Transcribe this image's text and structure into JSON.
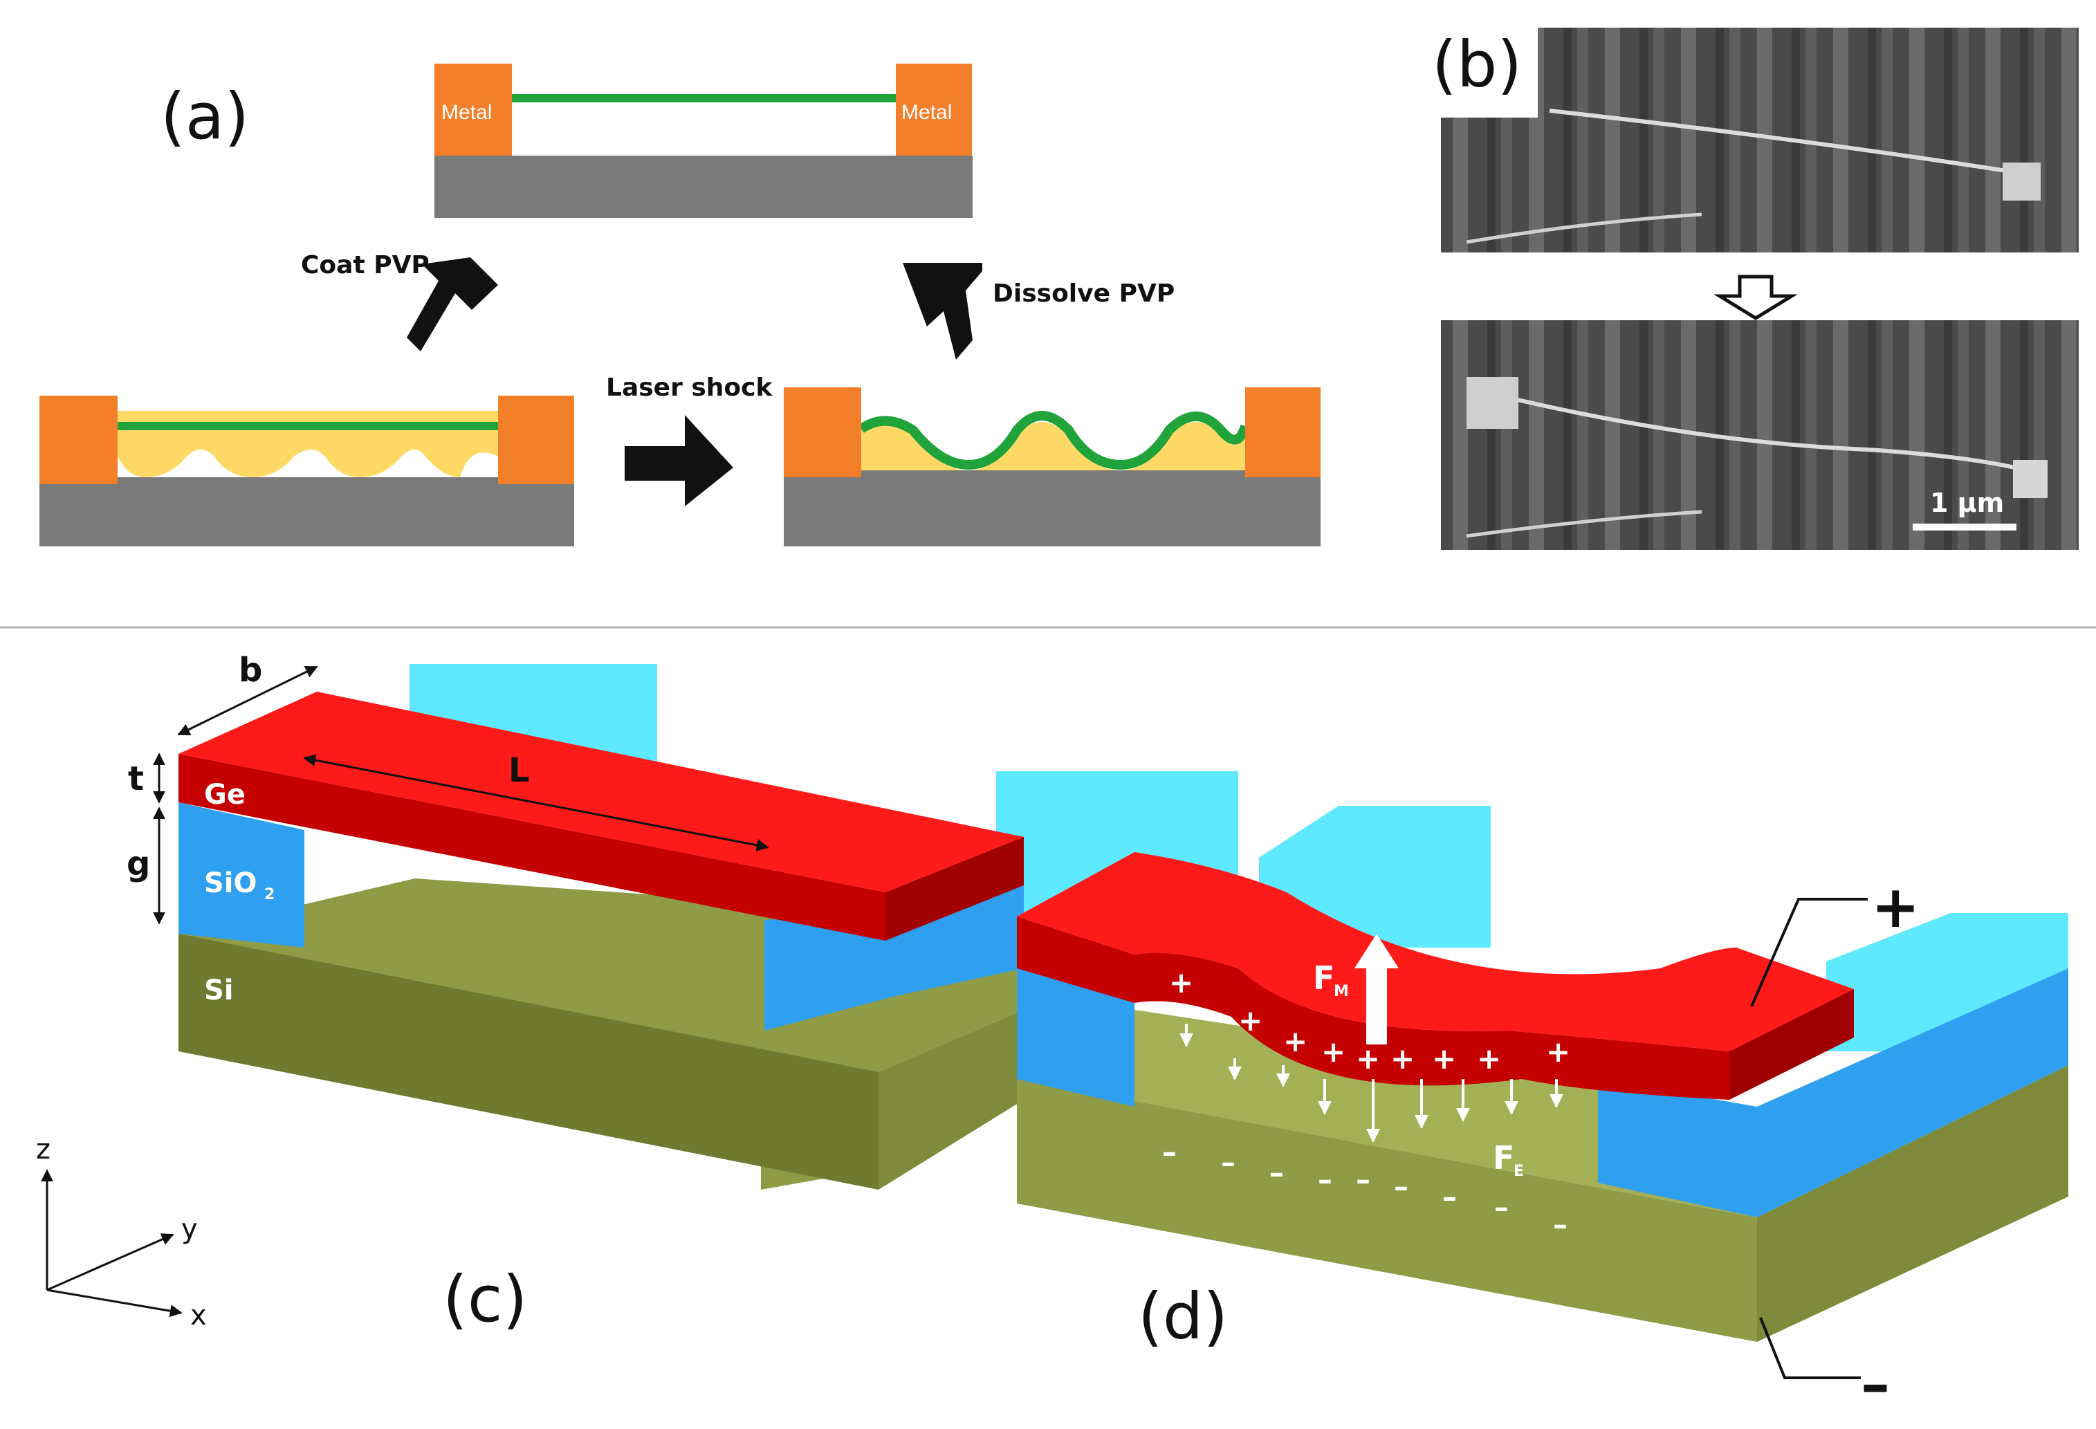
{
  "panels": {
    "a": "(a)",
    "b": "(b)",
    "c": "(c)",
    "d": "(d)"
  },
  "process": {
    "metal_left": "Metal",
    "metal_right": "Metal",
    "step_coat": "Coat PVP",
    "step_laser": "Laser shock",
    "step_dissolve": "Dissolve PVP"
  },
  "sem": {
    "scale_bar": "1 μm"
  },
  "device": {
    "dim_b": "b",
    "dim_t": "t",
    "dim_g": "g",
    "dim_L": "L",
    "layer_ge": "Ge",
    "layer_sio2": "SiO",
    "layer_sio2_sub": "2",
    "layer_si": "Si"
  },
  "axes": {
    "z": "z",
    "y": "y",
    "x": "x"
  },
  "forces": {
    "fm": "F",
    "fm_sub": "M",
    "fe": "F",
    "fe_sub": "E",
    "plus_charge": "+",
    "minus_charge": "–",
    "positive_terminal": "+",
    "negative_terminal": "–"
  },
  "colors": {
    "metal": "#f47f2a",
    "substrate_gray": "#7a7a7a",
    "nanowire_green": "#1fa33a",
    "pvp_yellow": "#ffd966",
    "ge_red": "#e60000",
    "sio2_blue": "#2f9fef",
    "si_olive": "#8f9b45"
  }
}
